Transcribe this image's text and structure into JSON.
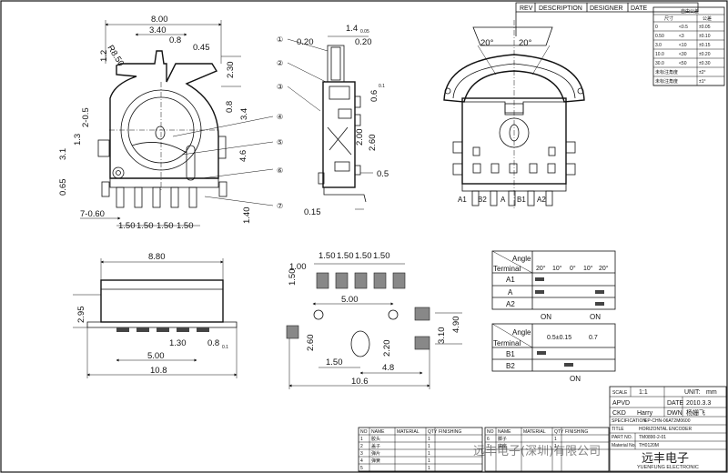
{
  "front_view": {
    "dims": [
      "8.00",
      "3.40",
      "0.8",
      "0.45",
      "R8.50",
      "1.2",
      "2.30",
      "2-0.5",
      "0.8",
      "3.4",
      "3.1",
      "1.3",
      "4.6",
      "0.65",
      "7-0.60",
      "1.50",
      "1.50",
      "1.50",
      "1.50",
      "1.40"
    ]
  },
  "side_view": {
    "dims": [
      "1.4",
      "0.05",
      "0.20",
      "0.20",
      "0.6",
      "0.1",
      "2.00",
      "2.60",
      "0.5",
      "0.15"
    ],
    "callouts": [
      "①",
      "②",
      "③",
      "④",
      "⑤",
      "⑥",
      "⑦"
    ]
  },
  "rear_view": {
    "angles": [
      "20°",
      "20°"
    ],
    "terminals": [
      "A1",
      "B2",
      "A",
      "B1",
      "A2"
    ]
  },
  "bottom_view": {
    "dims": [
      "8.80",
      "2.95",
      "1.30",
      "0.8",
      "0.1",
      "5.00",
      "10.8"
    ]
  },
  "pad_layout": {
    "dims": [
      "1.00",
      "1.50",
      "1.50",
      "1.50",
      "1.50",
      "1.50",
      "5.00",
      "2.60",
      "2.20",
      "3.10",
      "4.90",
      "1.50",
      "4.8",
      "10.6"
    ]
  },
  "tolerance_table": {
    "title": "自由公差",
    "header": [
      "尺寸",
      "公差"
    ],
    "rows": [
      [
        "0",
        "<0.5",
        "±0.05"
      ],
      [
        "0.50",
        "<3",
        "±0.10"
      ],
      [
        "3.0",
        "<10",
        "±0.15"
      ],
      [
        "10.0",
        "<30",
        "±0.20"
      ],
      [
        "30.0",
        "<50",
        "±0.30"
      ],
      [
        "未标注角度",
        "",
        "±2°"
      ],
      [
        "未标注角度",
        "",
        "±1°"
      ]
    ]
  },
  "timing_table_a": {
    "corner_top": "Angle",
    "corner_bottom": "Terminal",
    "angles": [
      "20°",
      "10°",
      "0°",
      "10°",
      "20°"
    ],
    "rows": [
      "A1",
      "A",
      "A2"
    ],
    "footer": [
      "ON",
      "ON"
    ]
  },
  "timing_table_b": {
    "corner_top": "Angle",
    "corner_bottom": "Terminal",
    "angles": [
      "0.5±0.15",
      "0.7"
    ],
    "rows": [
      "B1",
      "B2"
    ],
    "footer": [
      "ON"
    ]
  },
  "revision_block": {
    "cols": [
      "REV",
      "DESCRIPTION",
      "DESIGNER",
      "DATE"
    ]
  },
  "title_block": {
    "scale_label": "SCALE",
    "scale": "1:1",
    "unit_label": "UNIT:",
    "unit": "mm",
    "apvd": "APVD",
    "date_label": "DATE",
    "date": "2010.3.3",
    "ckd": "CKD",
    "ckd_name": "Harry",
    "dwn": "DWN",
    "dwn_name": "杨姗飞",
    "spec_label": "SPECIFICATION",
    "spec": "EP-CHN-06AT2M0600",
    "title_label": "TITLE",
    "title": "HORIZONTAL ENCODER",
    "part_label": "PART NO.",
    "part": "TM0890-2-01",
    "material_label": "Material No.",
    "material": "TH0120M",
    "company": "远丰电子",
    "company_en": "YUENFUNG ELECTRONIC",
    "watermark": "远丰电子(深圳)有限公司"
  },
  "bom_left": {
    "header": [
      "NO",
      "NAME",
      "MATERIAL",
      "QTY",
      "FINISHING"
    ],
    "rows": [
      [
        "1",
        "胶头",
        "",
        "1",
        ""
      ],
      [
        "2",
        "盖子",
        "",
        "1",
        ""
      ],
      [
        "3",
        "弹片",
        "",
        "1",
        ""
      ],
      [
        "4",
        "弹簧",
        "",
        "1",
        ""
      ],
      [
        "5",
        "",
        "",
        "1",
        ""
      ]
    ]
  },
  "bom_right": {
    "header": [
      "NO",
      "NAME",
      "MATERIAL",
      "QTY",
      "FINISHING"
    ],
    "rows": [
      [
        "6",
        "脚子",
        "",
        "1",
        ""
      ],
      [
        "7",
        "底座",
        "",
        "1",
        ""
      ]
    ]
  }
}
